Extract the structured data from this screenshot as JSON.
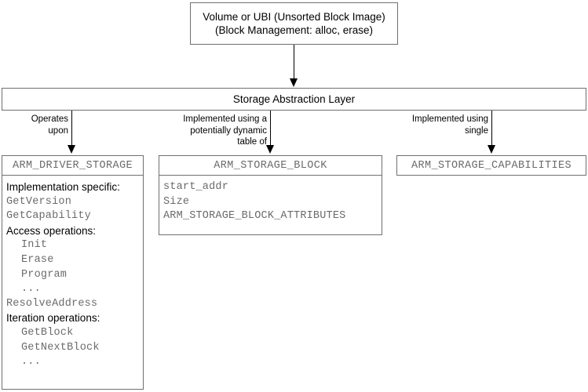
{
  "diagram": {
    "title_box": {
      "line1": "Volume or UBI (Unsorted Block Image)",
      "line2": "(Block Management: alloc, erase)"
    },
    "sal_box": {
      "label": "Storage Abstraction Layer"
    },
    "edge_labels": {
      "left": "Operates\nupon",
      "middle": "Implemented using a\npotentially dynamic\ntable of",
      "right": "Implemented using\nsingle"
    },
    "driver_storage": {
      "header": "ARM_DRIVER_STORAGE",
      "rows": [
        {
          "text": "Implementation specific:",
          "style": "label",
          "indent": false
        },
        {
          "text": "GetVersion",
          "style": "mono",
          "indent": false
        },
        {
          "text": "GetCapability",
          "style": "mono",
          "indent": false
        },
        {
          "text": "Access operations:",
          "style": "label",
          "indent": false
        },
        {
          "text": "Init",
          "style": "mono",
          "indent": true
        },
        {
          "text": "Erase",
          "style": "mono",
          "indent": true
        },
        {
          "text": "Program",
          "style": "mono",
          "indent": true
        },
        {
          "text": "...",
          "style": "mono",
          "indent": true
        },
        {
          "text": "ResolveAddress",
          "style": "mono",
          "indent": false
        },
        {
          "text": "Iteration operations:",
          "style": "label",
          "indent": false
        },
        {
          "text": "GetBlock",
          "style": "mono",
          "indent": true
        },
        {
          "text": "GetNextBlock",
          "style": "mono",
          "indent": true
        },
        {
          "text": "...",
          "style": "mono",
          "indent": true
        }
      ]
    },
    "storage_block": {
      "header": "ARM_STORAGE_BLOCK",
      "rows": [
        {
          "text": "start_addr",
          "style": "mono",
          "indent": false
        },
        {
          "text": "Size",
          "style": "mono",
          "indent": false
        },
        {
          "text": "ARM_STORAGE_BLOCK_ATTRIBUTES",
          "style": "mono",
          "indent": false
        }
      ]
    },
    "storage_capabilities": {
      "header": "ARM_STORAGE_CAPABILITIES"
    },
    "colors": {
      "border": "#6f6f6f",
      "mono_text": "#6b6b6b",
      "label_text": "#000000",
      "connector": "#000000",
      "background": "#ffffff"
    }
  }
}
